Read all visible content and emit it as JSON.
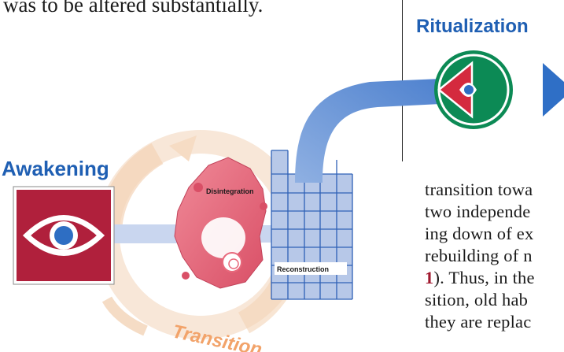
{
  "intro_text": "was to be altered substantially.",
  "labels": {
    "ritualization": "Ritualization",
    "awakening": "Awakening",
    "disintegration": "Disintegration",
    "reconstruction": "Reconstruction",
    "transition": "Transition"
  },
  "body_lines": [
    "transition towa",
    "two independe",
    "ing down of ex",
    "rebuilding of n",
    "1). Thus, in the",
    "sition, old hab",
    "they are replac"
  ],
  "colors": {
    "label_blue": "#1f5fb3",
    "transition_orange": "#f2a36a",
    "cycle_ring": "#f5dcc6",
    "awakening_red": "#b0203c",
    "gear_pink": "#e8697c",
    "grid_blue": "#b7c8e8",
    "grid_line": "#2f61b6",
    "ritual_green": "#0c8a55",
    "ritual_red": "#d42a3e",
    "arrow_blue": "#5f8fd4",
    "reference_red": "#a0182e"
  },
  "icons": [
    "eye-icon-awakening",
    "gear-disintegration-icon",
    "grid-reconstruction-icon",
    "eye-icon-ritualization",
    "curved-arrow-icon"
  ]
}
